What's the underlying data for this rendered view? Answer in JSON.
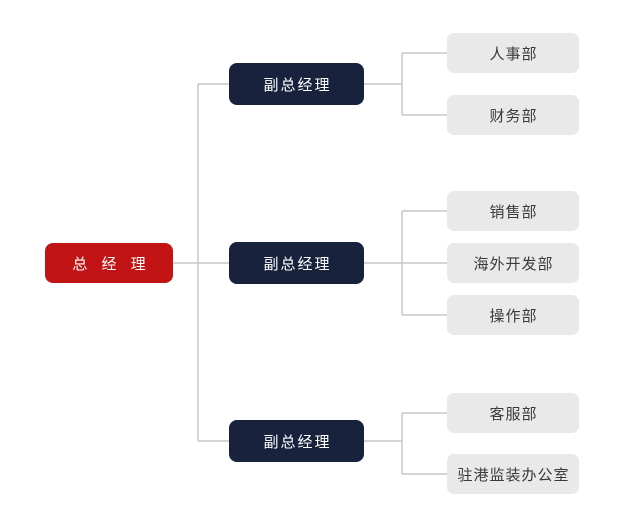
{
  "org": {
    "root": {
      "label": "总 经 理"
    },
    "branches": [
      {
        "manager": "副总经理",
        "departments": [
          "人事部",
          "财务部"
        ]
      },
      {
        "manager": "副总经理",
        "departments": [
          "销售部",
          "海外开发部",
          "操作部"
        ]
      },
      {
        "manager": "副总经理",
        "departments": [
          "客服部",
          "驻港监装办公室"
        ]
      }
    ]
  },
  "colors": {
    "background": "#FFFFFF",
    "root_fill": "#C21414",
    "root_text": "#FFFFFF",
    "manager_fill": "#18223C",
    "manager_text": "#FFFFFF",
    "department_fill": "#E9E9E9",
    "department_text": "#3A3A3A",
    "connector_line": "#C6C6C6"
  }
}
